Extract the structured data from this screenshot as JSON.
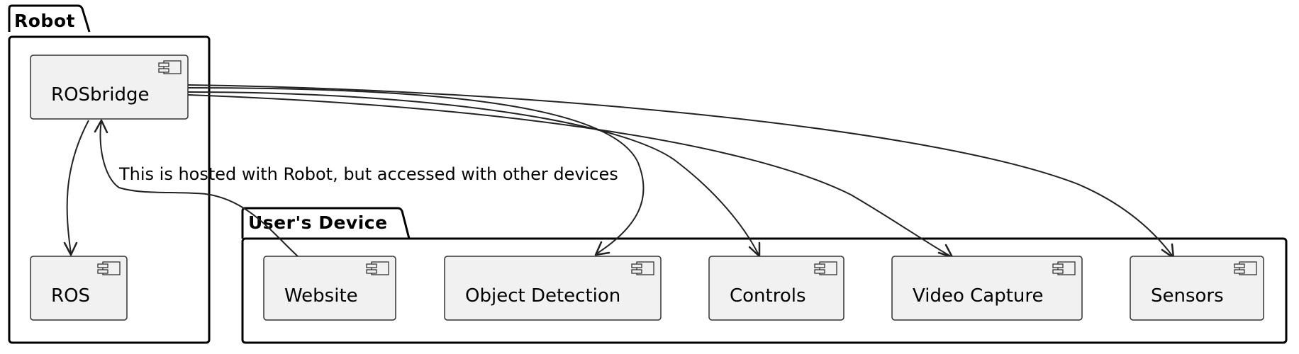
{
  "packages": {
    "robot": {
      "label": "Robot"
    },
    "users_device": {
      "label": "User's Device"
    }
  },
  "components": {
    "rosbridge": {
      "label": "ROSbridge",
      "icon": "component-icon"
    },
    "ros": {
      "label": "ROS",
      "icon": "component-icon"
    },
    "website": {
      "label": "Website",
      "icon": "component-icon"
    },
    "object_detection": {
      "label": "Object Detection",
      "icon": "component-icon"
    },
    "controls": {
      "label": "Controls",
      "icon": "component-icon"
    },
    "video_capture": {
      "label": "Video Capture",
      "icon": "component-icon"
    },
    "sensors": {
      "label": "Sensors",
      "icon": "component-icon"
    }
  },
  "edges": {
    "website_to_rosbridge": {
      "label": "This is hosted with Robot, but accessed with other devices"
    }
  },
  "colors": {
    "component_fill": "#f1f1f1",
    "component_border": "#333333",
    "line": "#222222",
    "frame": "#000000"
  }
}
